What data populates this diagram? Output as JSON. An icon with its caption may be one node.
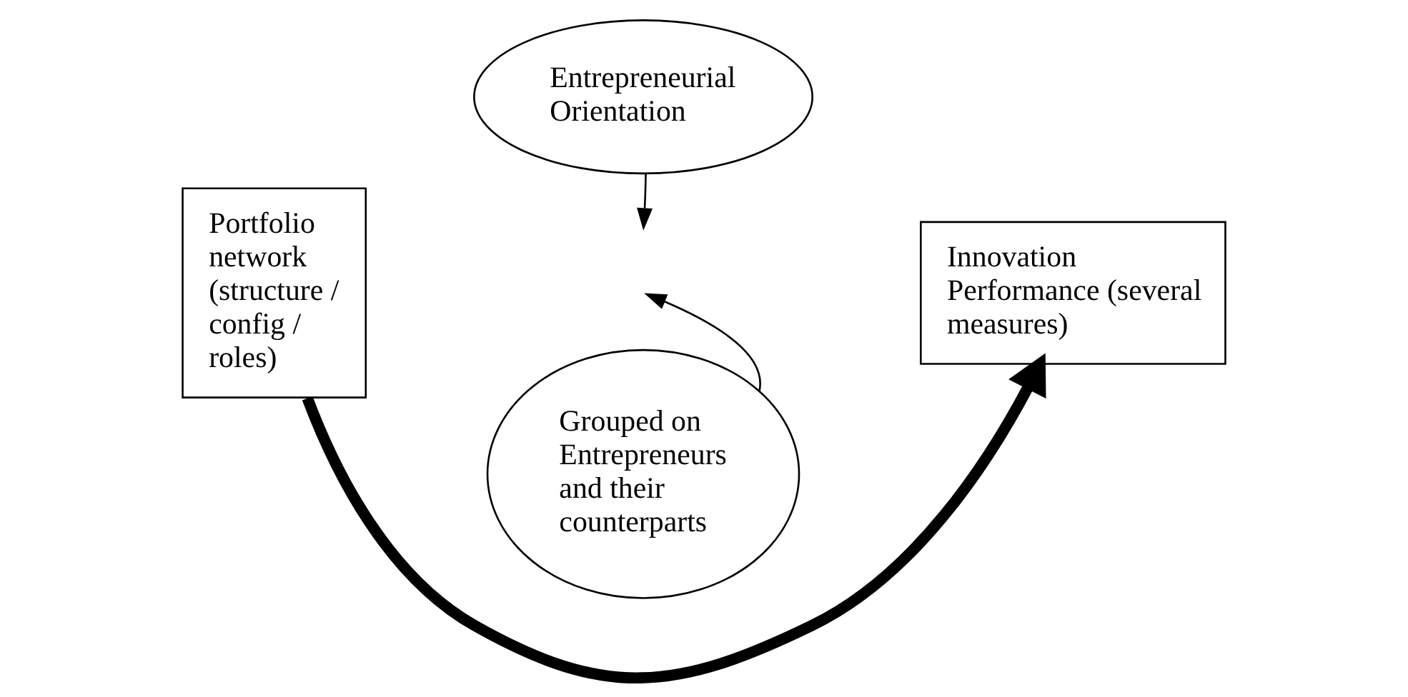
{
  "diagram": {
    "nodes": [
      {
        "text": [
          "Entrepreneurial Orientation"
        ]
      },
      {
        "text": [
          "Portfolio network (structure / config / roles)"
        ]
      },
      {
        "text": [
          "Innovation Performance (several measures)"
        ]
      },
      {
        "text": [
          "Grouped on Entrepreneurs and their counterparts"
        ]
      }
    ],
    "edges": [
      {
        "from": 1,
        "to": 2,
        "arrow": "to",
        "style": "thick"
      },
      {
        "from": 0,
        "to": null,
        "arrow": "to"
      },
      {
        "from": 3,
        "to": null,
        "arrow": "to"
      }
    ]
  }
}
